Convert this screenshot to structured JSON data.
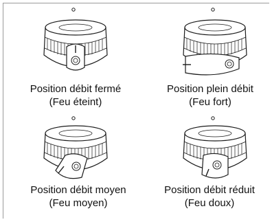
{
  "positions": [
    {
      "line1": "Position débit fermé",
      "line2": "(Feu éteint)",
      "knob": "closed"
    },
    {
      "line1": "Position plein débit",
      "line2": "(Feu fort)",
      "knob": "full"
    },
    {
      "line1": "Position débit moyen",
      "line2": "(Feu moyen)",
      "knob": "medium"
    },
    {
      "line1": "Position débit réduit",
      "line2": "(Feu doux)",
      "knob": "reduced"
    }
  ],
  "colors": {
    "stroke": "#1a1a1a",
    "frame": "#9a9a9a"
  }
}
